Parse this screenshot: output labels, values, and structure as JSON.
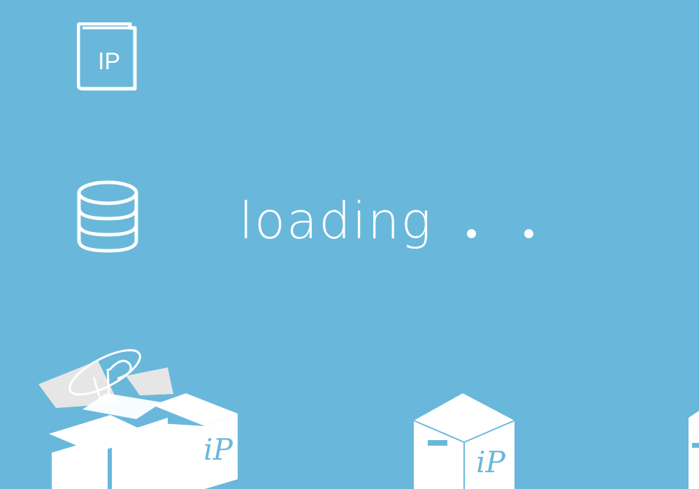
{
  "colors": {
    "background": "#69b8db",
    "foreground": "#ffffff",
    "flap": "#e6e6e6"
  },
  "icons": {
    "ip_document": {
      "name": "ip-document-icon",
      "text": "IP"
    },
    "database": {
      "name": "database-icon"
    }
  },
  "status": {
    "loading_text": "loading"
  },
  "illustrations": {
    "logo_mark": "iP"
  }
}
